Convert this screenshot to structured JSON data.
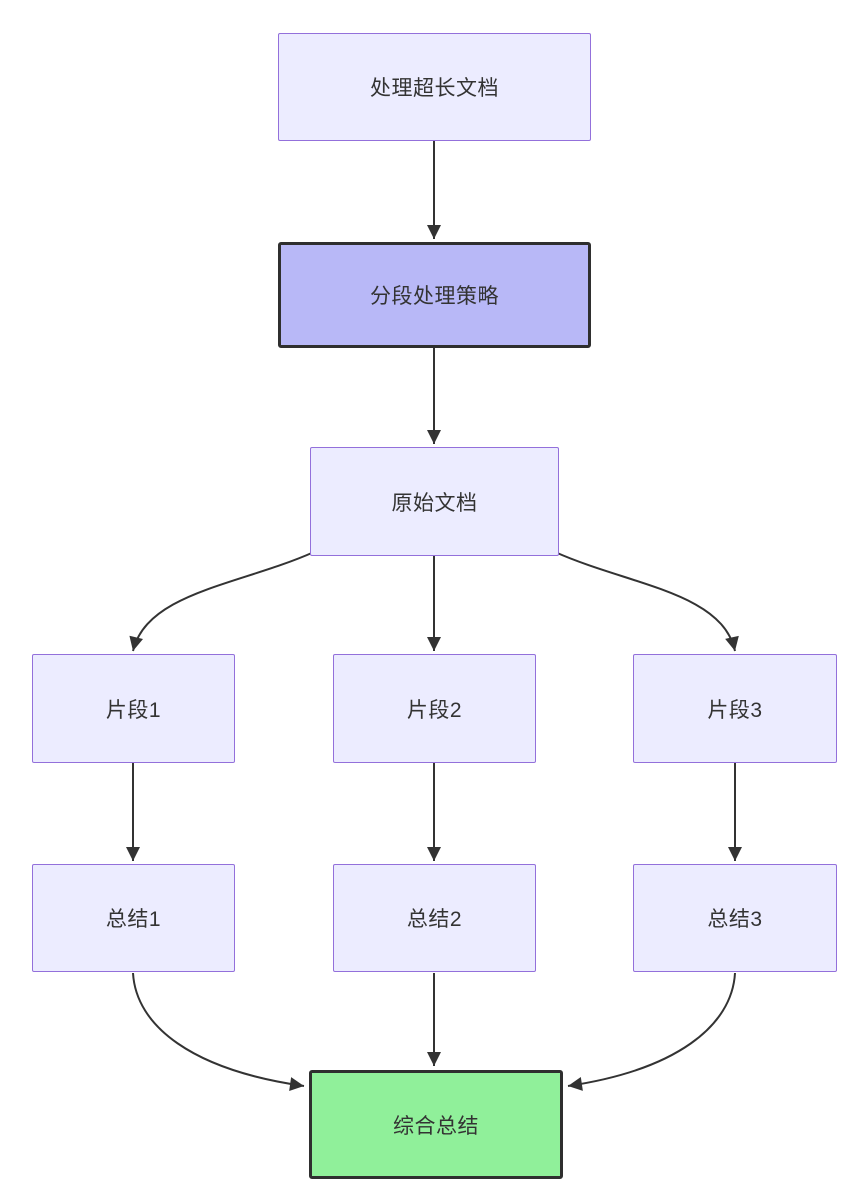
{
  "diagram": {
    "type": "flowchart",
    "direction": "top-down",
    "background": "#ffffff"
  },
  "colors": {
    "node-fill": "#ececff",
    "node-border": "#9370db",
    "strategy-fill": "#b8b8f7",
    "final-fill": "#90f09a",
    "dark-border": "#2f2f2f",
    "edge": "#333333",
    "text": "#333333"
  },
  "nodes": {
    "doc": {
      "label": "处理超长文档",
      "style": "default"
    },
    "strategy": {
      "label": "分段处理策略",
      "style": "highlight-purple"
    },
    "original": {
      "label": "原始文档",
      "style": "default"
    },
    "frag1": {
      "label": "片段1",
      "style": "default"
    },
    "frag2": {
      "label": "片段2",
      "style": "default"
    },
    "frag3": {
      "label": "片段3",
      "style": "default"
    },
    "sum1": {
      "label": "总结1",
      "style": "default"
    },
    "sum2": {
      "label": "总结2",
      "style": "default"
    },
    "sum3": {
      "label": "总结3",
      "style": "default"
    },
    "final": {
      "label": "综合总结",
      "style": "highlight-green"
    }
  },
  "edges": [
    {
      "from": "doc",
      "to": "strategy"
    },
    {
      "from": "strategy",
      "to": "original"
    },
    {
      "from": "original",
      "to": "frag1"
    },
    {
      "from": "original",
      "to": "frag2"
    },
    {
      "from": "original",
      "to": "frag3"
    },
    {
      "from": "frag1",
      "to": "sum1"
    },
    {
      "from": "frag2",
      "to": "sum2"
    },
    {
      "from": "frag3",
      "to": "sum3"
    },
    {
      "from": "sum1",
      "to": "final"
    },
    {
      "from": "sum2",
      "to": "final"
    },
    {
      "from": "sum3",
      "to": "final"
    }
  ]
}
